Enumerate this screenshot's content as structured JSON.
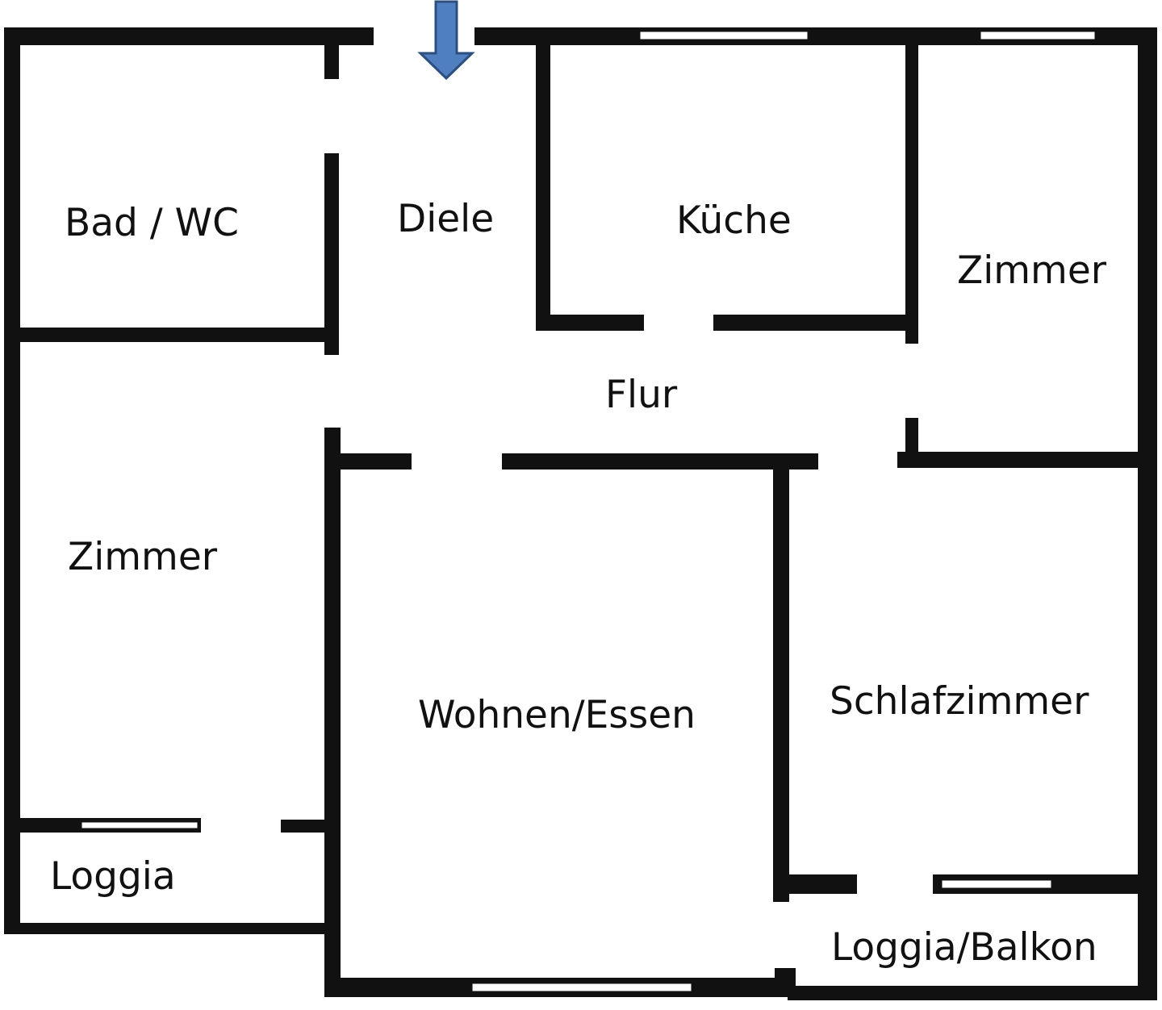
{
  "colors": {
    "wall": "#111111",
    "background": "#ffffff",
    "entrance_arrow_fill": "#4f7fbf",
    "entrance_arrow_stroke": "#2c4f80"
  },
  "rooms": {
    "bad_wc": "Bad / WC",
    "diele": "Diele",
    "kueche": "Küche",
    "zimmer_right": "Zimmer",
    "flur": "Flur",
    "zimmer_left": "Zimmer",
    "wohnen_essen": "Wohnen/Essen",
    "schlafzimmer": "Schlafzimmer",
    "loggia": "Loggia",
    "loggia_balkon": "Loggia/Balkon"
  },
  "icons": {
    "entrance": "entrance-arrow-icon"
  }
}
